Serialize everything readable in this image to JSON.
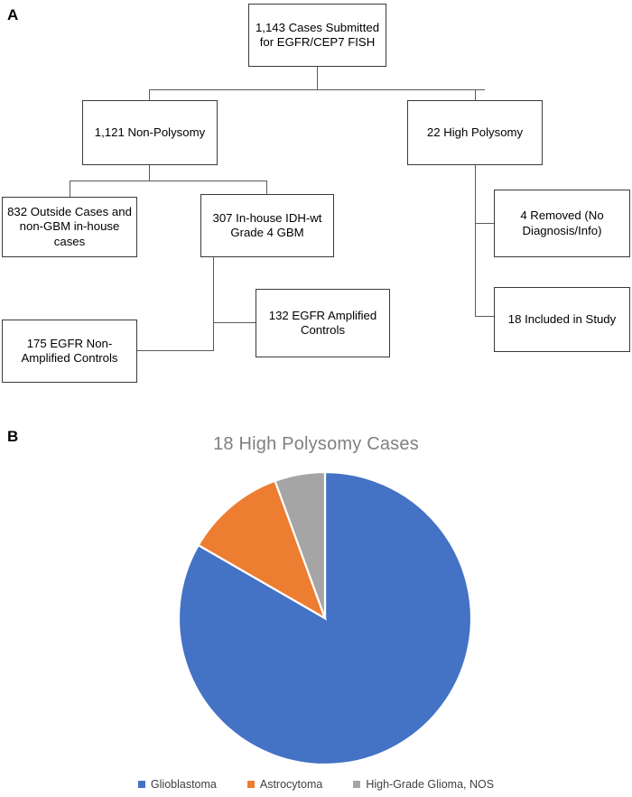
{
  "figure": {
    "panel_a_label": "A",
    "panel_b_label": "B"
  },
  "flowchart": {
    "nodes": [
      {
        "id": "root",
        "label": "1,143 Cases Submitted for EGFR/CEP7 FISH"
      },
      {
        "id": "non_polysomy",
        "label": "1,121 Non-Polysomy"
      },
      {
        "id": "high_polysomy",
        "label": "22 High Polysomy"
      },
      {
        "id": "outside_cases",
        "label": "832 Outside Cases and non-GBM in-house cases"
      },
      {
        "id": "in_house_gbm",
        "label": "307 In-house IDH-wt Grade 4 GBM"
      },
      {
        "id": "non_amplified",
        "label": "175 EGFR Non-Amplified Controls"
      },
      {
        "id": "amplified",
        "label": "132 EGFR Amplified Controls"
      },
      {
        "id": "removed",
        "label": "4 Removed (No Diagnosis/Info)"
      },
      {
        "id": "included",
        "label": "18 Included in Study"
      }
    ]
  },
  "chart_data": {
    "type": "pie",
    "title": "18 High Polysomy Cases",
    "categories": [
      "Glioblastoma",
      "Astrocytoma",
      "High-Grade Glioma, NOS"
    ],
    "values": [
      15,
      2,
      1
    ],
    "total": 18,
    "units": "cases",
    "colors": [
      "#4472C4",
      "#ED7D31",
      "#A5A5A5"
    ],
    "start_angle_deg": 0,
    "direction": "clockwise",
    "legend_position": "bottom",
    "slice_angles_deg": [
      300,
      40,
      20
    ],
    "slice_percent": [
      83.3,
      11.1,
      5.6
    ]
  }
}
